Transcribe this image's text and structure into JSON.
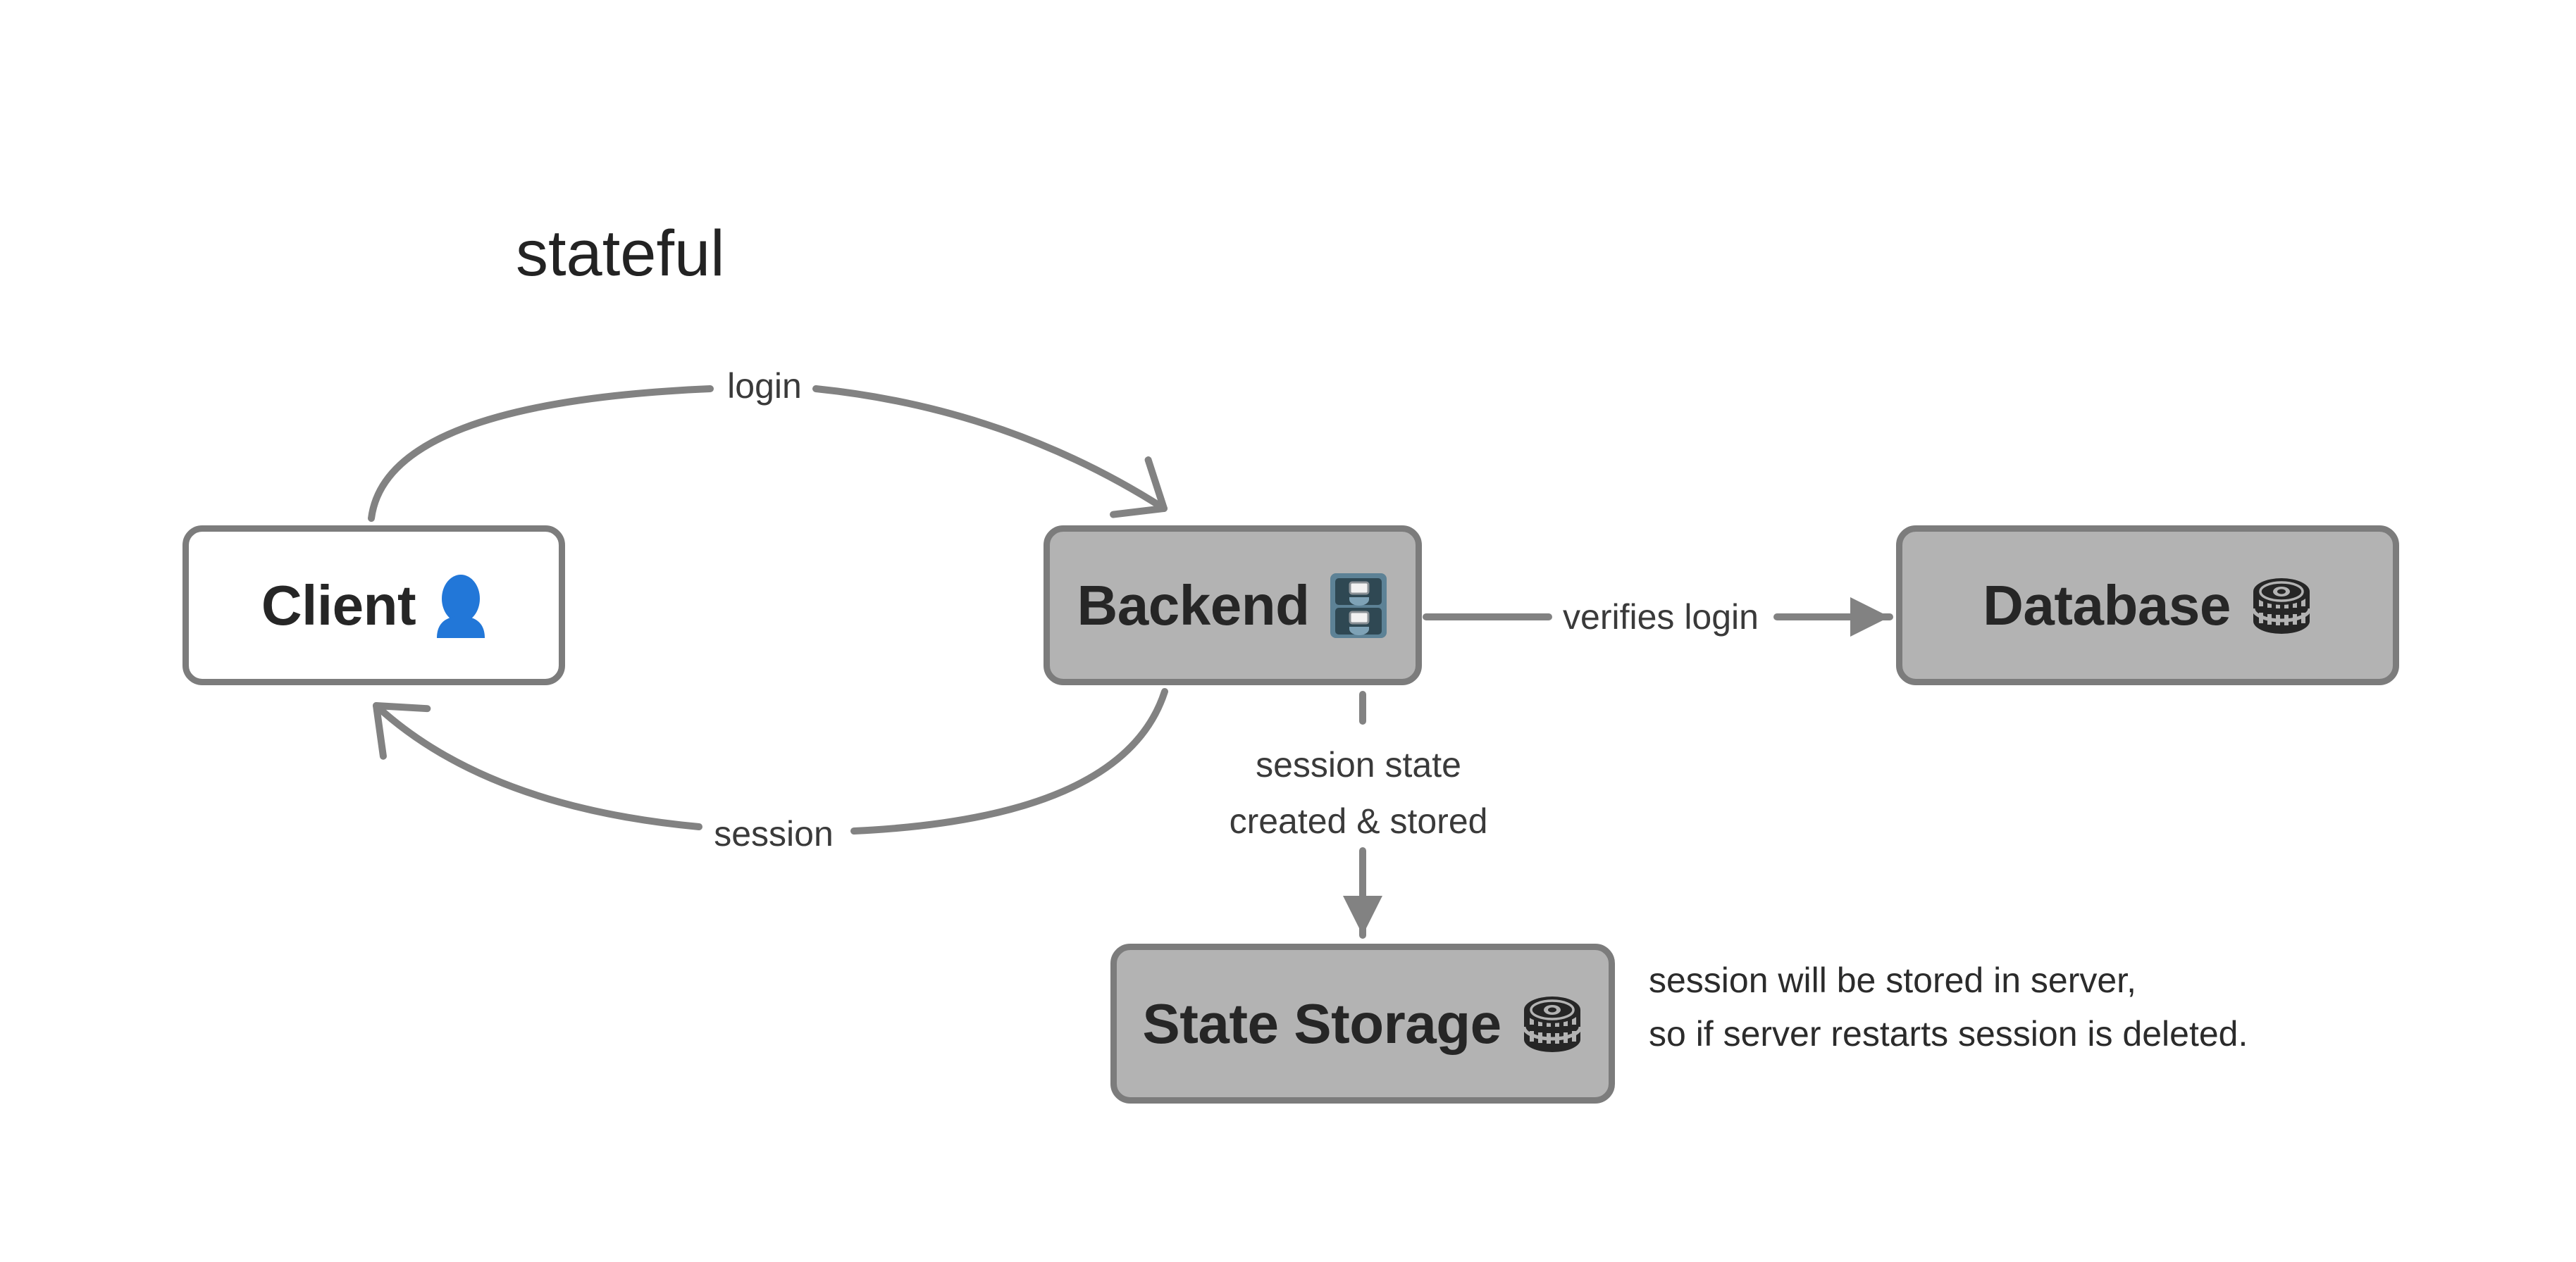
{
  "title": "stateful",
  "colors": {
    "background": "#ffffff",
    "box_fill": "#b3b3b3",
    "box_border": "#7c7c7c",
    "client_fill": "#ffffff",
    "arrow": "#828282",
    "label_text": "#3a3a3a",
    "node_text": "#262626",
    "person_icon_blue": "#2277d8",
    "cabinet_frame": "#5d8296",
    "cabinet_drawer": "#2f4853",
    "disk_icon": "#262626"
  },
  "nodes": {
    "client": {
      "label": "Client",
      "icon": "person-icon"
    },
    "backend": {
      "label": "Backend",
      "icon": "file-cabinet-icon"
    },
    "database": {
      "label": "Database",
      "icon": "disk-stack-icon"
    },
    "state_storage": {
      "label": "State Storage",
      "icon": "disk-stack-icon"
    }
  },
  "edges": {
    "login": {
      "label": "login",
      "from": "client",
      "to": "backend"
    },
    "session": {
      "label": "session",
      "from": "backend",
      "to": "client"
    },
    "verifies_login": {
      "label": "verifies login",
      "from": "backend",
      "to": "database"
    },
    "session_state": {
      "line1": "session state",
      "line2": "created & stored",
      "from": "backend",
      "to": "state_storage"
    }
  },
  "note": {
    "line1": "session will be stored in server,",
    "line2": "so if server restarts session is deleted."
  }
}
